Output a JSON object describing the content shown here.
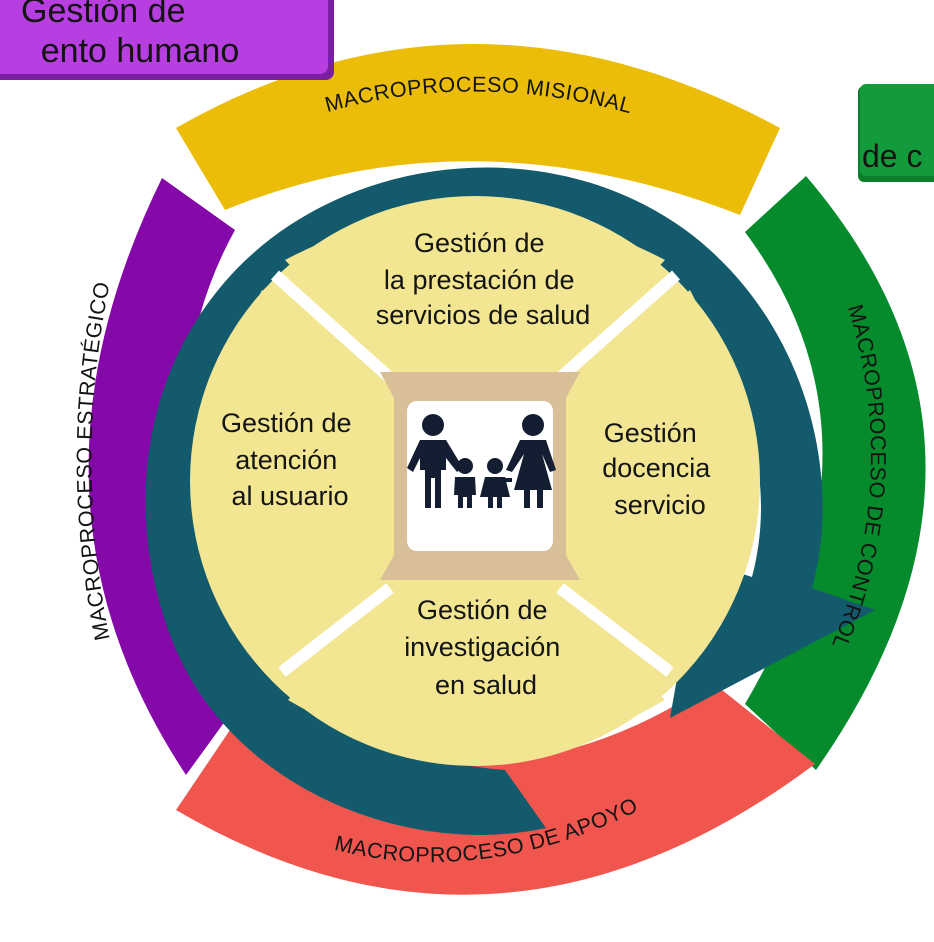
{
  "diagram": {
    "macroprocesses": {
      "misional": "MACROPROCESO MISIONAL",
      "estrategico": "MACROPROCESO ESTRATÉGICO",
      "control": "MACROPROCESO DE CONTROL",
      "apoyo": "MACROPROCESO DE APOYO"
    },
    "processes": {
      "top": [
        "Gestión de",
        "la prestación de",
        "servicios de salud"
      ],
      "left": [
        "Gestión de",
        "atención",
        "al usuario"
      ],
      "right": [
        "Gestión",
        "docencia",
        "servicio"
      ],
      "bottom": [
        "Gestión de",
        "investigación",
        "en salud"
      ]
    },
    "tag_top_left": [
      "Gestión de",
      "ento humano"
    ],
    "tag_top_right": [
      "de c"
    ],
    "center_icon": "family-icon"
  },
  "colors": {
    "misional": "#ecbd08",
    "estrategico": "#8508a8",
    "control": "#058a2c",
    "apoyo": "#f0564e",
    "ring": "#135a6c",
    "inner": "#f3e693",
    "hub": "#d9bf98",
    "tag_left": "#b73ee1",
    "tag_right": "#139a3a"
  }
}
